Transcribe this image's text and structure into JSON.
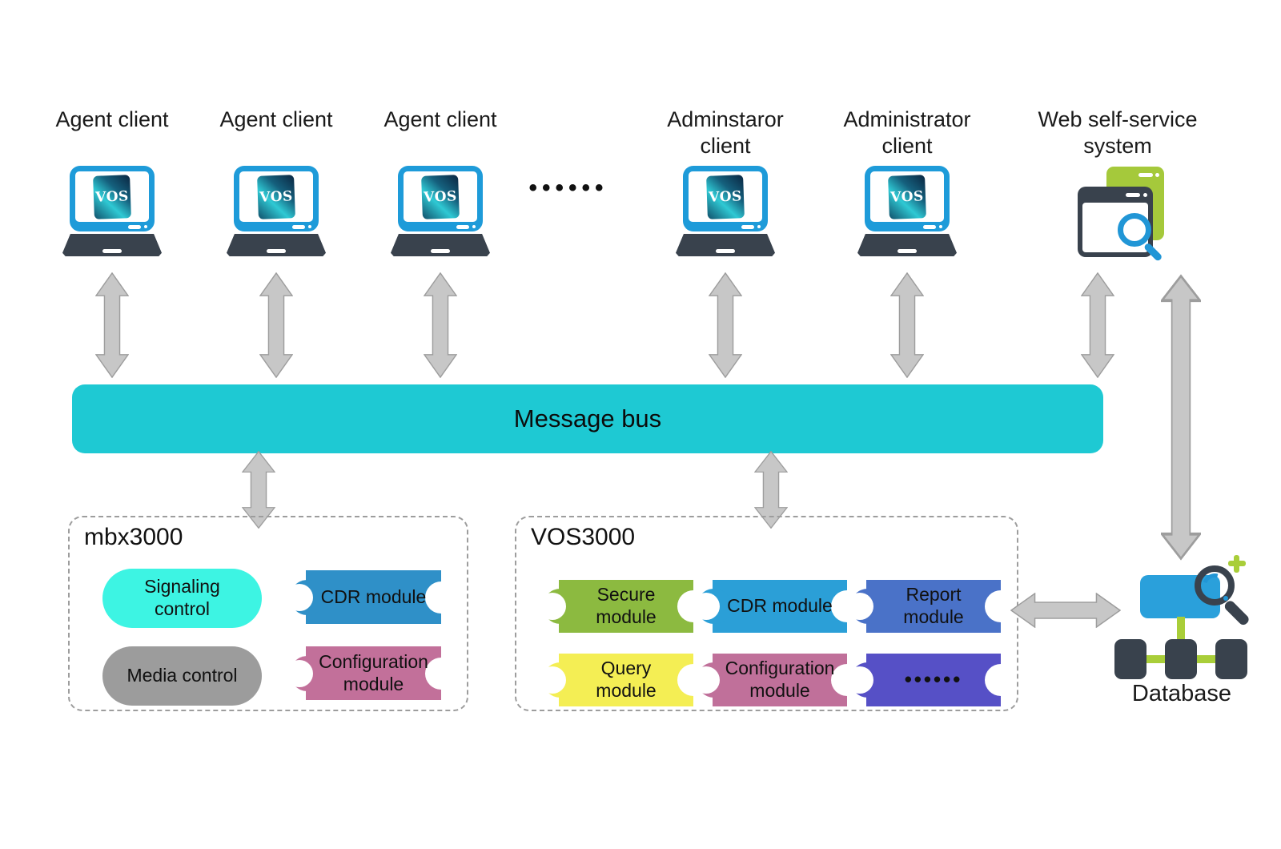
{
  "theme": {
    "laptop_blue": "#1E9BD9",
    "device_dark": "#39424D",
    "web_green": "#A5C93B",
    "magnifier_blue": "#2196D6",
    "arrow_fill": "#C7C7C7",
    "arrow_stroke": "#9D9D9D",
    "bus_teal": "#1EC9D3",
    "db_blue": "#2AA0DB",
    "db_green": "#A9CE39",
    "text_dark": "#1A1A1A",
    "box_border": "#9D9D9D",
    "vos_logo_dark": "#0A2540",
    "vos_logo_teal": "#2FC9D4"
  },
  "clients": [
    {
      "line1": "Agent client",
      "line2": ""
    },
    {
      "line1": "Agent client",
      "line2": ""
    },
    {
      "line1": "Agent client",
      "line2": ""
    },
    {
      "line1": "Adminstaror",
      "line2": "client"
    },
    {
      "line1": "Administrator",
      "line2": "client"
    },
    {
      "line1": "Web self-service",
      "line2": "system"
    }
  ],
  "laptop_screen_logo": "VOS",
  "ellipsis_clients": "••••••",
  "message_bus": {
    "label": "Message bus"
  },
  "mbx3000": {
    "title": "mbx3000",
    "pills": [
      {
        "label": "Signaling control",
        "color": "#3DF4E3"
      },
      {
        "label": "Media control",
        "color": "#9C9C9C"
      }
    ],
    "modules": [
      {
        "label": "CDR module",
        "color": "#2F90C8"
      },
      {
        "label": "Configuration module",
        "color": "#C2709A"
      }
    ]
  },
  "vos3000": {
    "title": "VOS3000",
    "modules": [
      {
        "label": "Secure module",
        "color": "#8CBA40"
      },
      {
        "label": "CDR module",
        "color": "#2B9FD7"
      },
      {
        "label": "Report module",
        "color": "#4A72C8"
      },
      {
        "label": "Query module",
        "color": "#F4EE54"
      },
      {
        "label": "Configuration module",
        "color": "#C0709A"
      },
      {
        "label": "••••••",
        "color": "#5650C6"
      }
    ]
  },
  "database": {
    "label": "Database"
  }
}
